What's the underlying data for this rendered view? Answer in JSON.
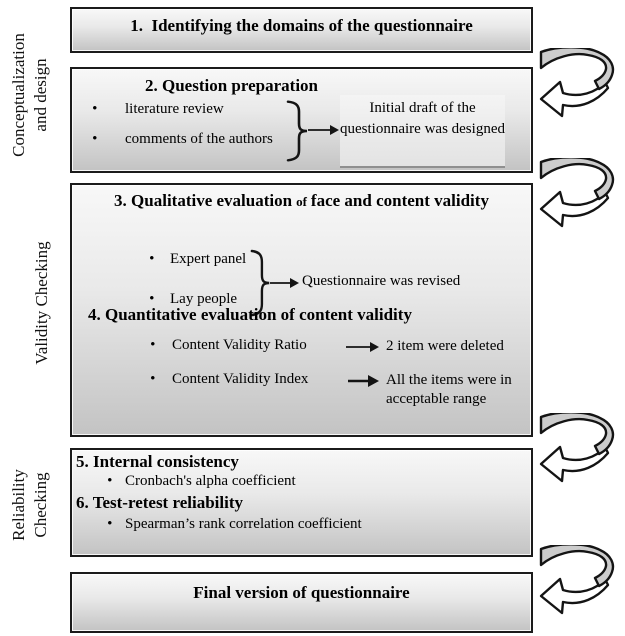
{
  "figure": {
    "type": "flowchart",
    "subject": "Questionnaire development process"
  },
  "side_labels": {
    "phase1": "Conceptualization and design",
    "phase2": "Validity Checking",
    "phase3": "Reliability Checking"
  },
  "boxes": {
    "step1": {
      "title": "1.  Identifying the domains of the questionnaire"
    },
    "step2": {
      "title": "2. Question preparation",
      "bullets": [
        "literature review",
        "comments of the authors"
      ],
      "result": "Initial draft of the questionnaire was designed"
    },
    "step3": {
      "title_lead": "3. Qualitative evaluation",
      "title_small": "of",
      "title_tail": "face and content validity",
      "bullets": [
        "Expert panel",
        "Lay people"
      ],
      "result": "Questionnaire was revised",
      "title4": "4. Quantitative evaluation of content validity",
      "items": [
        {
          "label": "Content Validity Ratio",
          "outcome": "2 item were deleted"
        },
        {
          "label": "Content Validity Index",
          "outcome": "All the items were in acceptable range"
        }
      ]
    },
    "step5": {
      "title": "5. Internal consistency",
      "bullet": "Cronbach's alpha coefficient"
    },
    "step6": {
      "title": "6. Test-retest reliability",
      "bullet": "Spearman’s rank correlation coefficient"
    },
    "final": {
      "title": "Final version of questionnaire"
    }
  },
  "colors": {
    "box_border": "#1b1b1b",
    "box_fill_top": "#f8f8f8",
    "box_fill_bottom": "#c3c3c3",
    "result_box_underline": "#8f8f8f",
    "loop_arrow_fill": "#cccccc",
    "ink": "#000000"
  }
}
